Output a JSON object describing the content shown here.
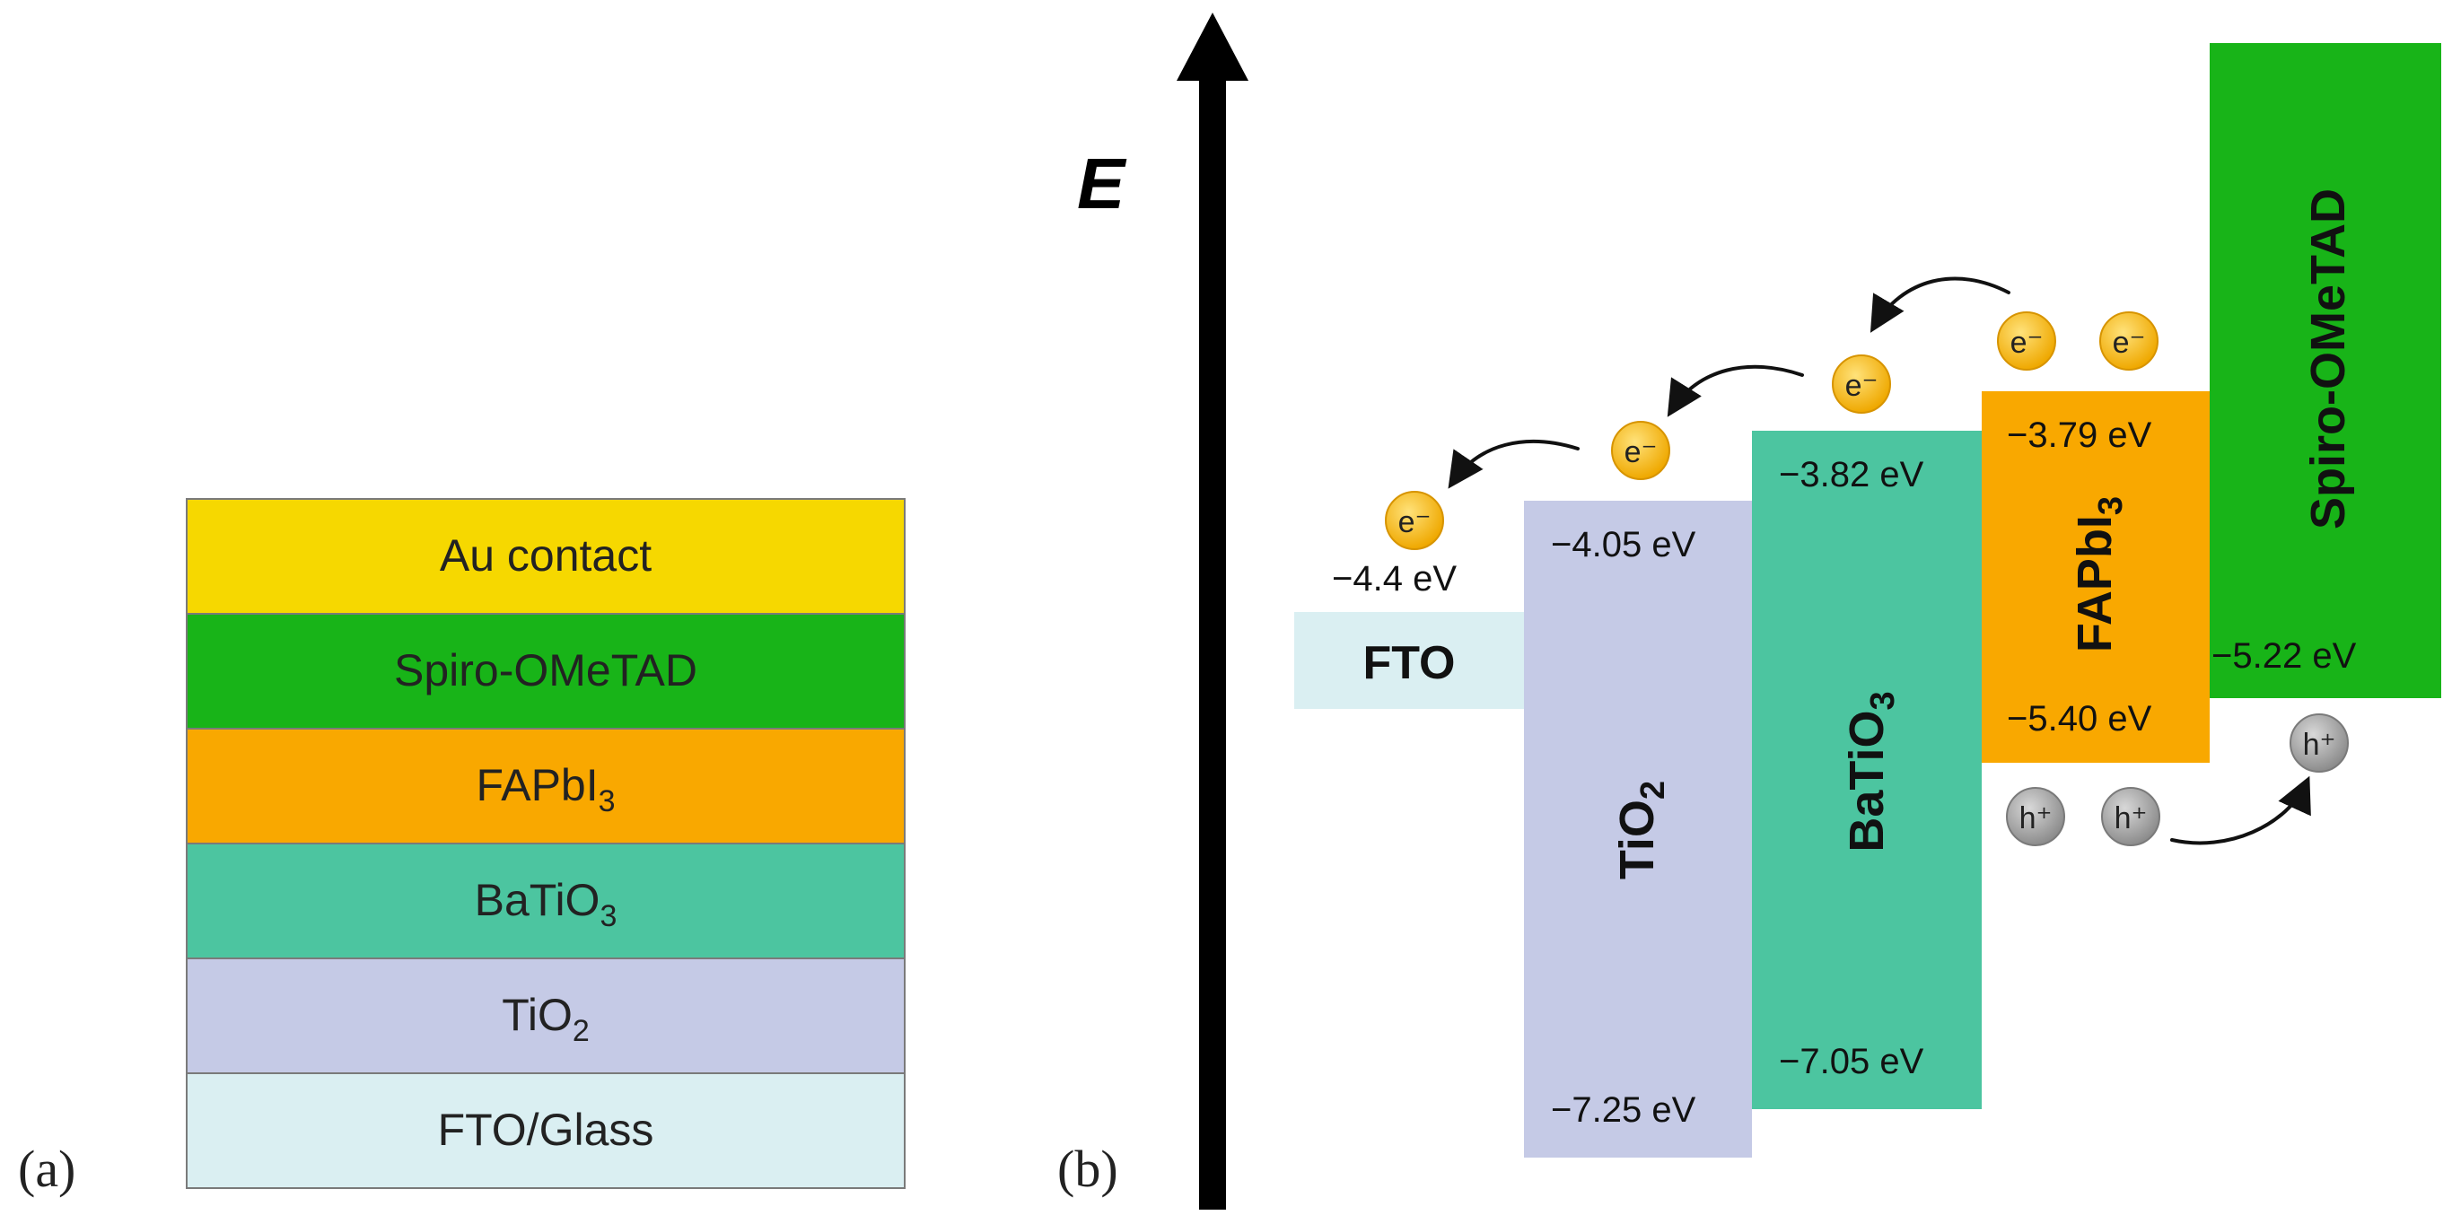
{
  "panel_a": {
    "label": "(a)",
    "layers": [
      {
        "name": "Au contact",
        "color": "#F6D800"
      },
      {
        "name": "Spiro-OMeTAD",
        "color": "#18B418"
      },
      {
        "name": "FAPbI",
        "sub": "3",
        "color": "#F9A800"
      },
      {
        "name": "BaTiO",
        "sub": "3",
        "color": "#4CC5A0"
      },
      {
        "name": "TiO",
        "sub": "2",
        "color": "#C5CAE6"
      },
      {
        "name": "FTO/Glass",
        "color": "#DAEFF2"
      }
    ]
  },
  "panel_b": {
    "label": "(b)",
    "axis_label": "E",
    "bands": {
      "fto": {
        "name": "FTO",
        "level": "−4.4 eV",
        "color": "#DAEFF2"
      },
      "tio2": {
        "name": "TiO",
        "sub": "2",
        "top": "−4.05 eV",
        "bottom": "−7.25 eV",
        "color": "#C5CAE6"
      },
      "batio3": {
        "name": "BaTiO",
        "sub": "3",
        "top": "−3.82 eV",
        "bottom": "−7.05 eV",
        "color": "#4CC5A0"
      },
      "fapbi3": {
        "name": "FAPbI",
        "sub": "3",
        "top": "−3.79 eV",
        "bottom": "−5.40 eV",
        "color": "#F9A800"
      },
      "spiro": {
        "name": "Spiro-OMeTAD",
        "bottom": "−5.22 eV",
        "color": "#18B418"
      }
    },
    "electron_label": "e⁻",
    "hole_label": "h⁺"
  }
}
